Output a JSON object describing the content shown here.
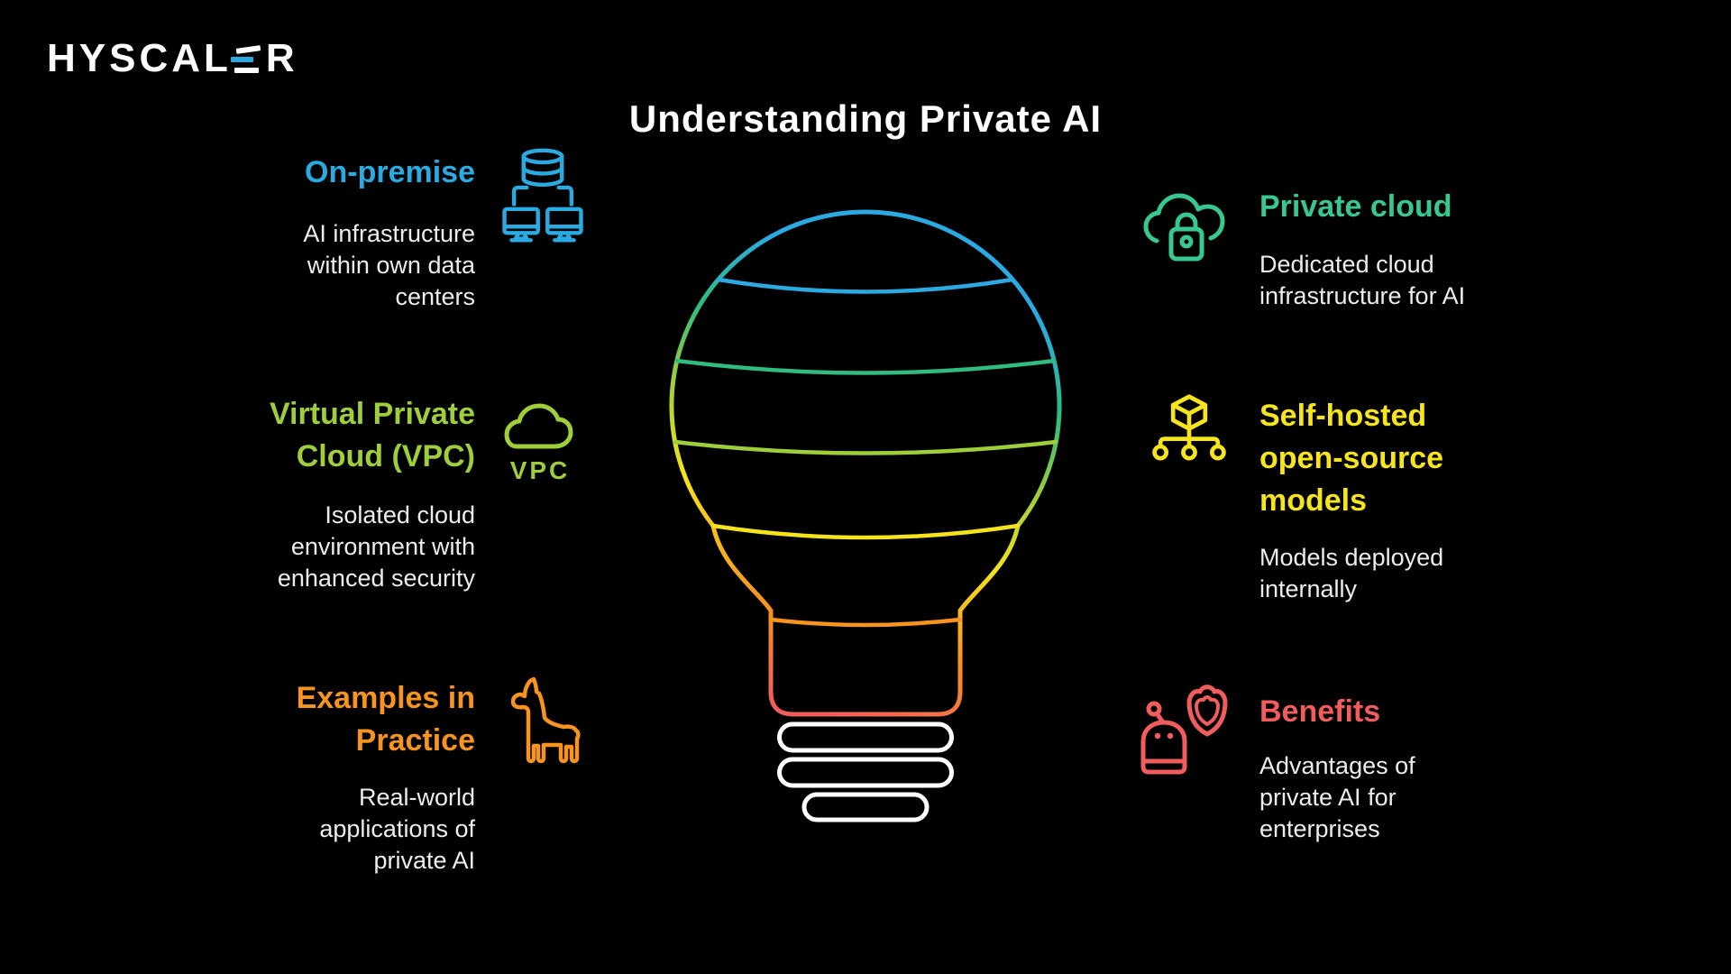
{
  "page": {
    "title": "Understanding Private AI",
    "background": "#000000"
  },
  "logo": {
    "left": "HYSCAL",
    "right": "R",
    "bar_top_color": "#FFFFFF",
    "bar_mid_color": "#29ABE2",
    "bar_bottom_color": "#FFFFFF"
  },
  "colors": {
    "body_text": "#EDEDED",
    "white": "#FFFFFF"
  },
  "sections": {
    "on_premise": {
      "color": "#2BAAE2",
      "icon": "server-network-icon",
      "title_lines": [
        "On-premise"
      ],
      "body_lines": [
        "AI infrastructure",
        "within own data",
        "centers"
      ]
    },
    "vpc": {
      "color": "#9FCE3B",
      "icon": "cloud-vpc-icon",
      "icon_label": "VPC",
      "title_lines": [
        "Virtual Private",
        "Cloud (VPC)"
      ],
      "body_lines": [
        "Isolated cloud",
        "environment with",
        "enhanced security"
      ]
    },
    "examples": {
      "color": "#F7941E",
      "icon": "llama-icon",
      "title_lines": [
        "Examples in",
        "Practice"
      ],
      "body_lines": [
        "Real-world",
        "applications of",
        "private AI"
      ]
    },
    "private_cloud": {
      "color": "#38C78E",
      "icon": "cloud-lock-icon",
      "title_lines": [
        "Private cloud"
      ],
      "body_lines": [
        "Dedicated cloud",
        "infrastructure for AI"
      ]
    },
    "self_hosted": {
      "color": "#F6E41C",
      "icon": "cube-network-icon",
      "title_lines": [
        "Self-hosted",
        "open-source",
        "models"
      ],
      "body_lines": [
        "Models deployed",
        "internally"
      ]
    },
    "benefits": {
      "color": "#F15D5D",
      "icon": "robot-shield-icon",
      "title_lines": [
        "Benefits"
      ],
      "body_lines": [
        "Advantages of",
        "private AI for",
        "enterprises"
      ]
    }
  },
  "bulb": {
    "colors": {
      "blue": "#2BAAE2",
      "emerald": "#2FBC7E",
      "lime": "#9FCE3B",
      "yellow": "#F5E31B",
      "orange": "#F7941E",
      "coral": "#F15D5D",
      "screw": "#FFFFFF"
    }
  }
}
